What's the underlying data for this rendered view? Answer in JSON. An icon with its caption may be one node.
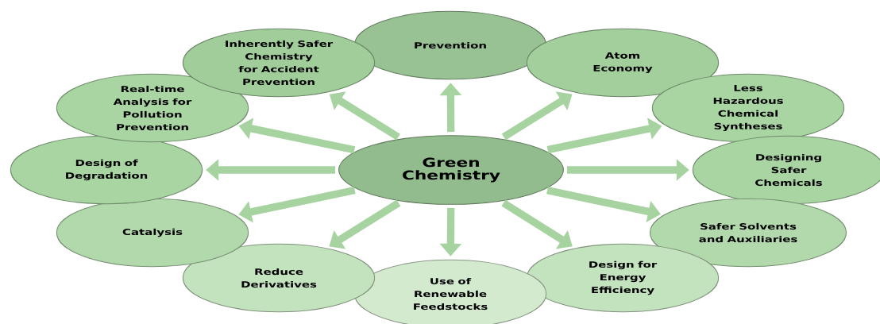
{
  "diagram": {
    "nodes": [
      {
        "text": [
          "Green Chemistry"
        ]
      },
      {
        "text": [
          "Prevention"
        ]
      },
      {
        "text": [
          "Atom Economy"
        ]
      },
      {
        "text": [
          "Less Hazardous Chemical Syntheses"
        ]
      },
      {
        "text": [
          "Designing Safer Chemicals"
        ]
      },
      {
        "text": [
          "Safer Solvents and Auxiliaries"
        ]
      },
      {
        "text": [
          "Design for Energy Efficiency"
        ]
      },
      {
        "text": [
          "Use of Renewable Feedstocks"
        ]
      },
      {
        "text": [
          "Reduce Derivatives"
        ]
      },
      {
        "text": [
          "Catalysis"
        ]
      },
      {
        "text": [
          "Design of Degradation"
        ]
      },
      {
        "text": [
          "Real-time Analysis for Pollution Prevention"
        ]
      },
      {
        "text": [
          "Inherently Safer Chemistry for Accident Prevention"
        ]
      }
    ],
    "edges": [
      {
        "from": 0,
        "to": 1,
        "arrow": "to"
      },
      {
        "from": 0,
        "to": 2,
        "arrow": "to"
      },
      {
        "from": 0,
        "to": 3,
        "arrow": "to"
      },
      {
        "from": 0,
        "to": 4,
        "arrow": "to"
      },
      {
        "from": 0,
        "to": 5,
        "arrow": "to"
      },
      {
        "from": 0,
        "to": 6,
        "arrow": "to"
      },
      {
        "from": 0,
        "to": 7,
        "arrow": "to"
      },
      {
        "from": 0,
        "to": 8,
        "arrow": "to"
      },
      {
        "from": 0,
        "to": 9,
        "arrow": "to"
      },
      {
        "from": 0,
        "to": 10,
        "arrow": "to"
      },
      {
        "from": 0,
        "to": 11,
        "arrow": "to"
      },
      {
        "from": 0,
        "to": 12,
        "arrow": "to"
      }
    ]
  }
}
